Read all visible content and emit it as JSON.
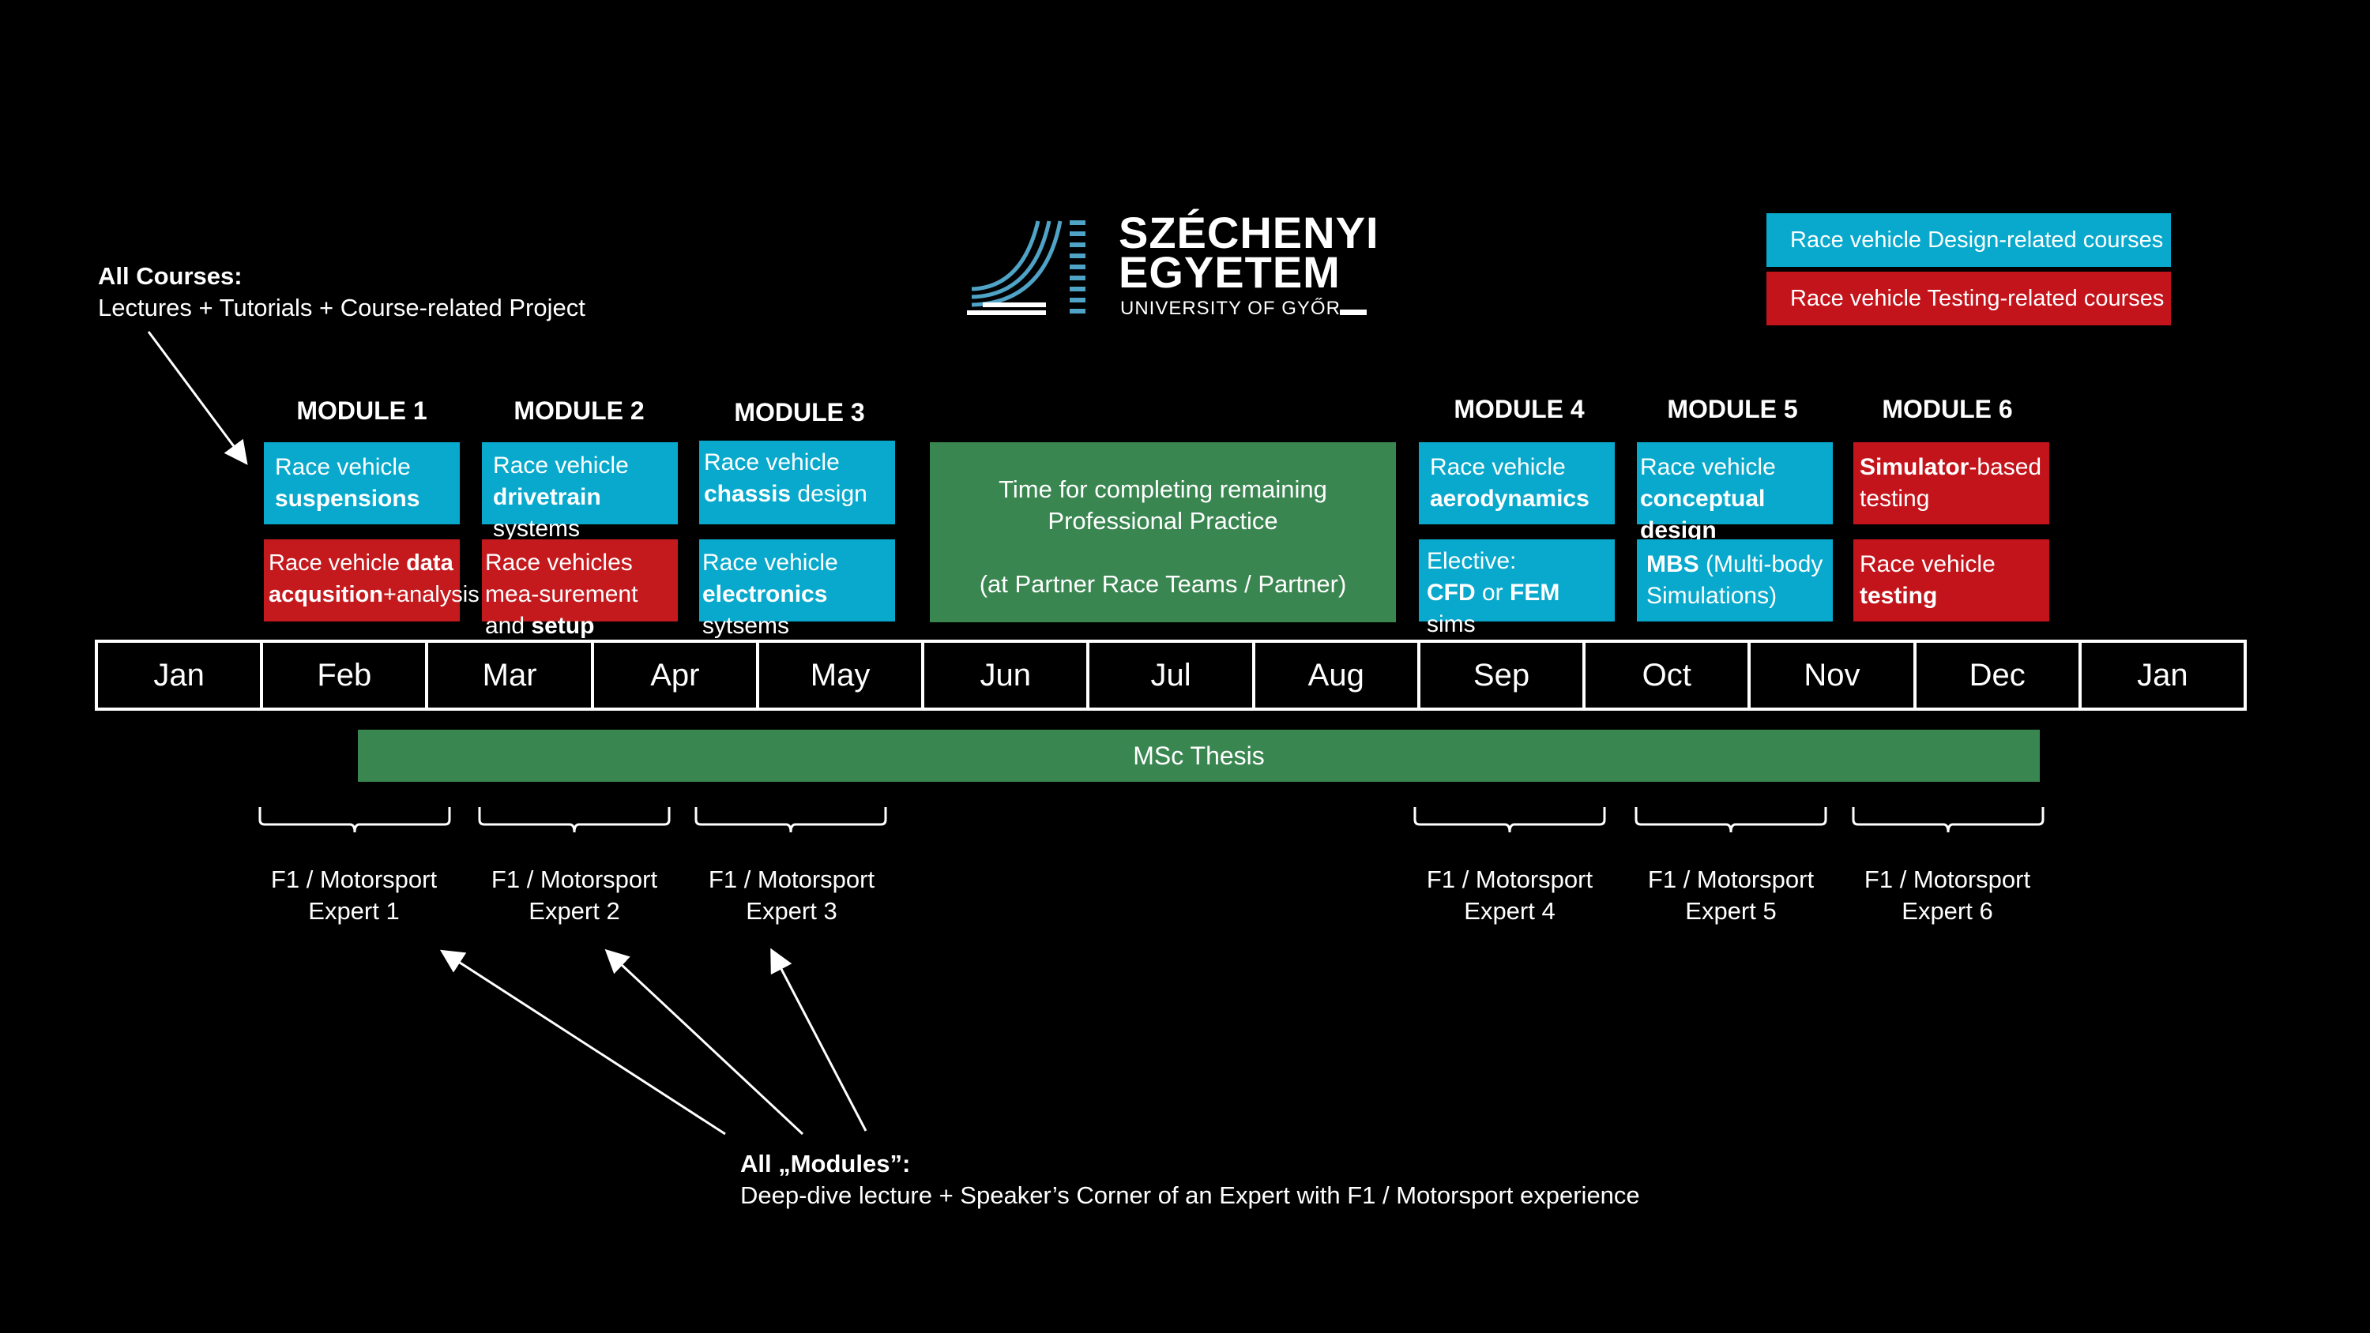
{
  "notes": {
    "all_courses_title": "All Courses:",
    "all_courses_text": "Lectures + Tutorials + Course-related Project",
    "all_modules_title": "All „Modules”:",
    "all_modules_text": "Deep-dive lecture + Speaker’s Corner of an Expert with F1 / Motorsport experience"
  },
  "logo": {
    "line1": "SZÉCHENYI",
    "line2": "EGYETEM",
    "sub": "UNIVERSITY OF GYŐR"
  },
  "legend": {
    "design": "Race vehicle Design-related courses",
    "testing": "Race vehicle Testing-related courses",
    "colors": {
      "design": "#08a9cc",
      "testing": "#c4141b",
      "practice": "#3a8651"
    }
  },
  "modules": [
    {
      "title": "MODULE 1",
      "top": {
        "pre": "Race vehicle",
        "bold": "suspensions",
        "post": ""
      },
      "bottom": {
        "pre": "Race vehicle ",
        "bold": "data acqusition",
        "post": "+analysis"
      }
    },
    {
      "title": "MODULE 2",
      "top": {
        "pre": "Race vehicle",
        "bold": "drivetrain",
        "post": " systems"
      },
      "bottom": {
        "pre": "Race vehicles mea-surement and ",
        "bold": "setup",
        "post": ""
      }
    },
    {
      "title": "MODULE 3",
      "top": {
        "pre": "Race vehicle",
        "bold": "chassis",
        "post": " design"
      },
      "bottom": {
        "pre": "Race vehicle",
        "bold": "electronics",
        "post": " sytsems"
      }
    },
    {
      "title": "MODULE 4",
      "top": {
        "pre": "Race vehicle",
        "bold": "aerodynamics",
        "post": ""
      },
      "bottom": {
        "pre": "Elective:",
        "bold": "CFD",
        "mid": " or ",
        "bold2": "FEM",
        "post": " sims"
      }
    },
    {
      "title": "MODULE 5",
      "top": {
        "pre": "Race vehicle",
        "bold": "conceptual design",
        "post": ""
      },
      "bottom": {
        "pre": "",
        "bold": "MBS",
        "post": " (Multi-body Simulations)"
      }
    },
    {
      "title": "MODULE 6",
      "top": {
        "pre": "",
        "bold": "Simulator",
        "post": "-based testing"
      },
      "bottom": {
        "pre": "Race vehicle",
        "bold": "testing",
        "post": ""
      }
    }
  ],
  "practice": {
    "line1": "Time for completing remaining",
    "line2": "Professional Practice",
    "line3": "(at Partner Race Teams / Partner)"
  },
  "months": [
    "Jan",
    "Feb",
    "Mar",
    "Apr",
    "May",
    "Jun",
    "Jul",
    "Aug",
    "Sep",
    "Oct",
    "Nov",
    "Dec",
    "Jan"
  ],
  "thesis": "MSc Thesis",
  "experts": [
    {
      "line1": "F1 / Motorsport",
      "line2": "Expert 1"
    },
    {
      "line1": "F1 / Motorsport",
      "line2": "Expert 2"
    },
    {
      "line1": "F1 / Motorsport",
      "line2": "Expert 3"
    },
    {
      "line1": "F1 / Motorsport",
      "line2": "Expert 4"
    },
    {
      "line1": "F1 / Motorsport",
      "line2": "Expert 5"
    },
    {
      "line1": "F1 / Motorsport",
      "line2": "Expert 6"
    }
  ]
}
